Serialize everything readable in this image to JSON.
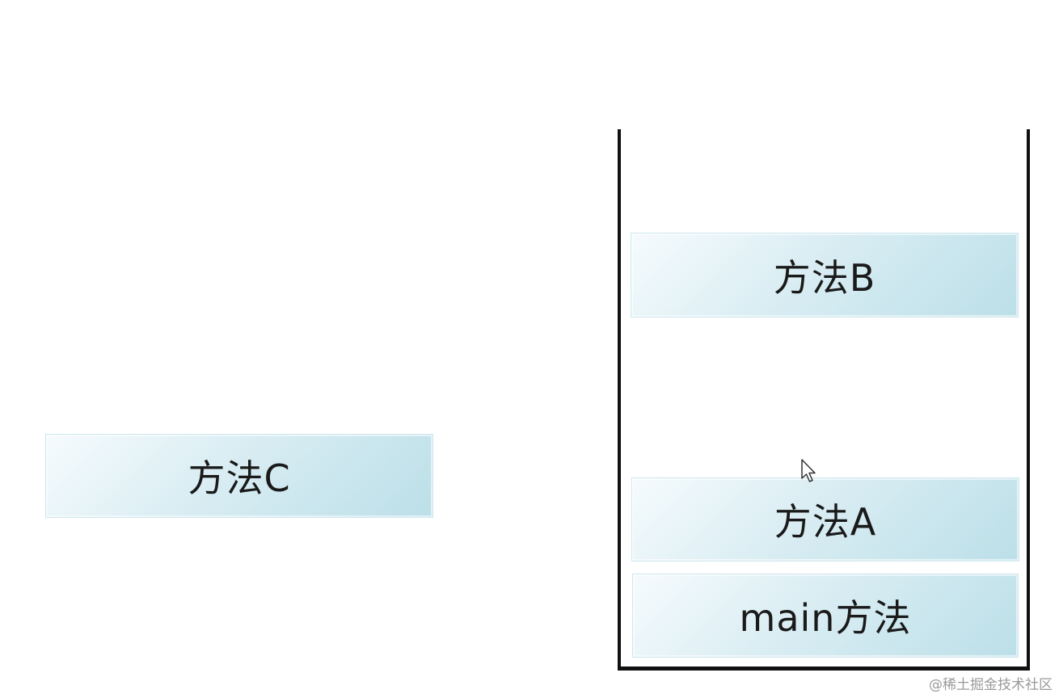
{
  "floating_frame": {
    "label": "方法C"
  },
  "stack": {
    "frames": [
      {
        "label": "方法B"
      },
      {
        "label": "方法A"
      },
      {
        "label": "main方法"
      }
    ]
  },
  "watermark": {
    "text": "@稀土掘金技术社区"
  },
  "colors": {
    "frame_fill": "#d9edf3",
    "stack_line": "#111111",
    "background": "#ffffff"
  },
  "icons": {
    "cursor": "mouse-pointer-icon"
  }
}
